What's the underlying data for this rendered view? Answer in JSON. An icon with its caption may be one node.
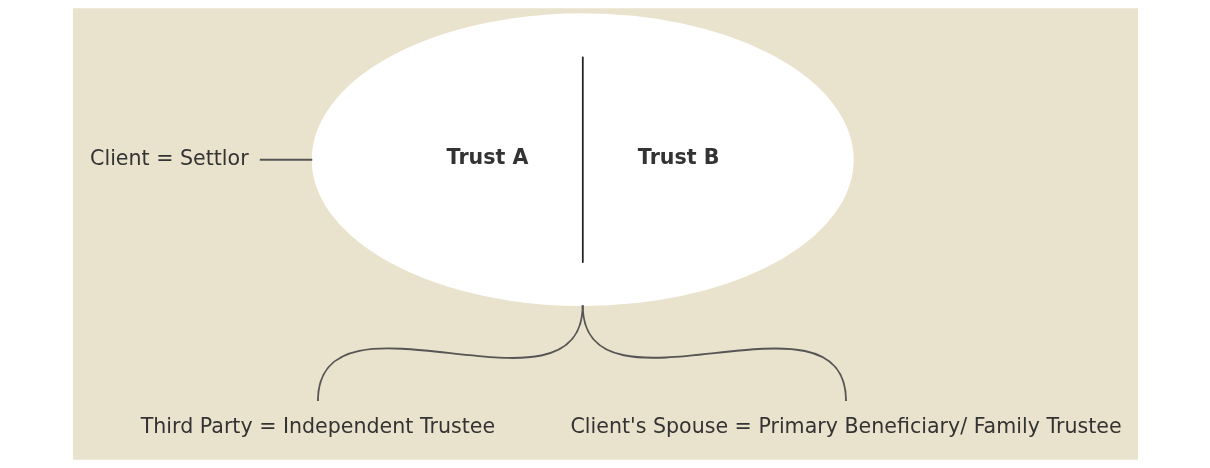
{
  "diagram": {
    "nodes": [
      {
        "text": [
          "Trust A",
          "Trust B"
        ]
      },
      {
        "text": [
          "Client = Settlor"
        ]
      },
      {
        "text": [
          "Third Party = Independent Trustee"
        ]
      },
      {
        "text": [
          "Client's Spouse = Primary Beneficiary/ Family Trustee"
        ]
      }
    ],
    "edges": [
      {
        "from": 1,
        "to": 0,
        "arrow": "none"
      },
      {
        "from": 2,
        "to": 0,
        "arrow": "none"
      },
      {
        "from": 3,
        "to": 0,
        "arrow": "none"
      }
    ]
  }
}
